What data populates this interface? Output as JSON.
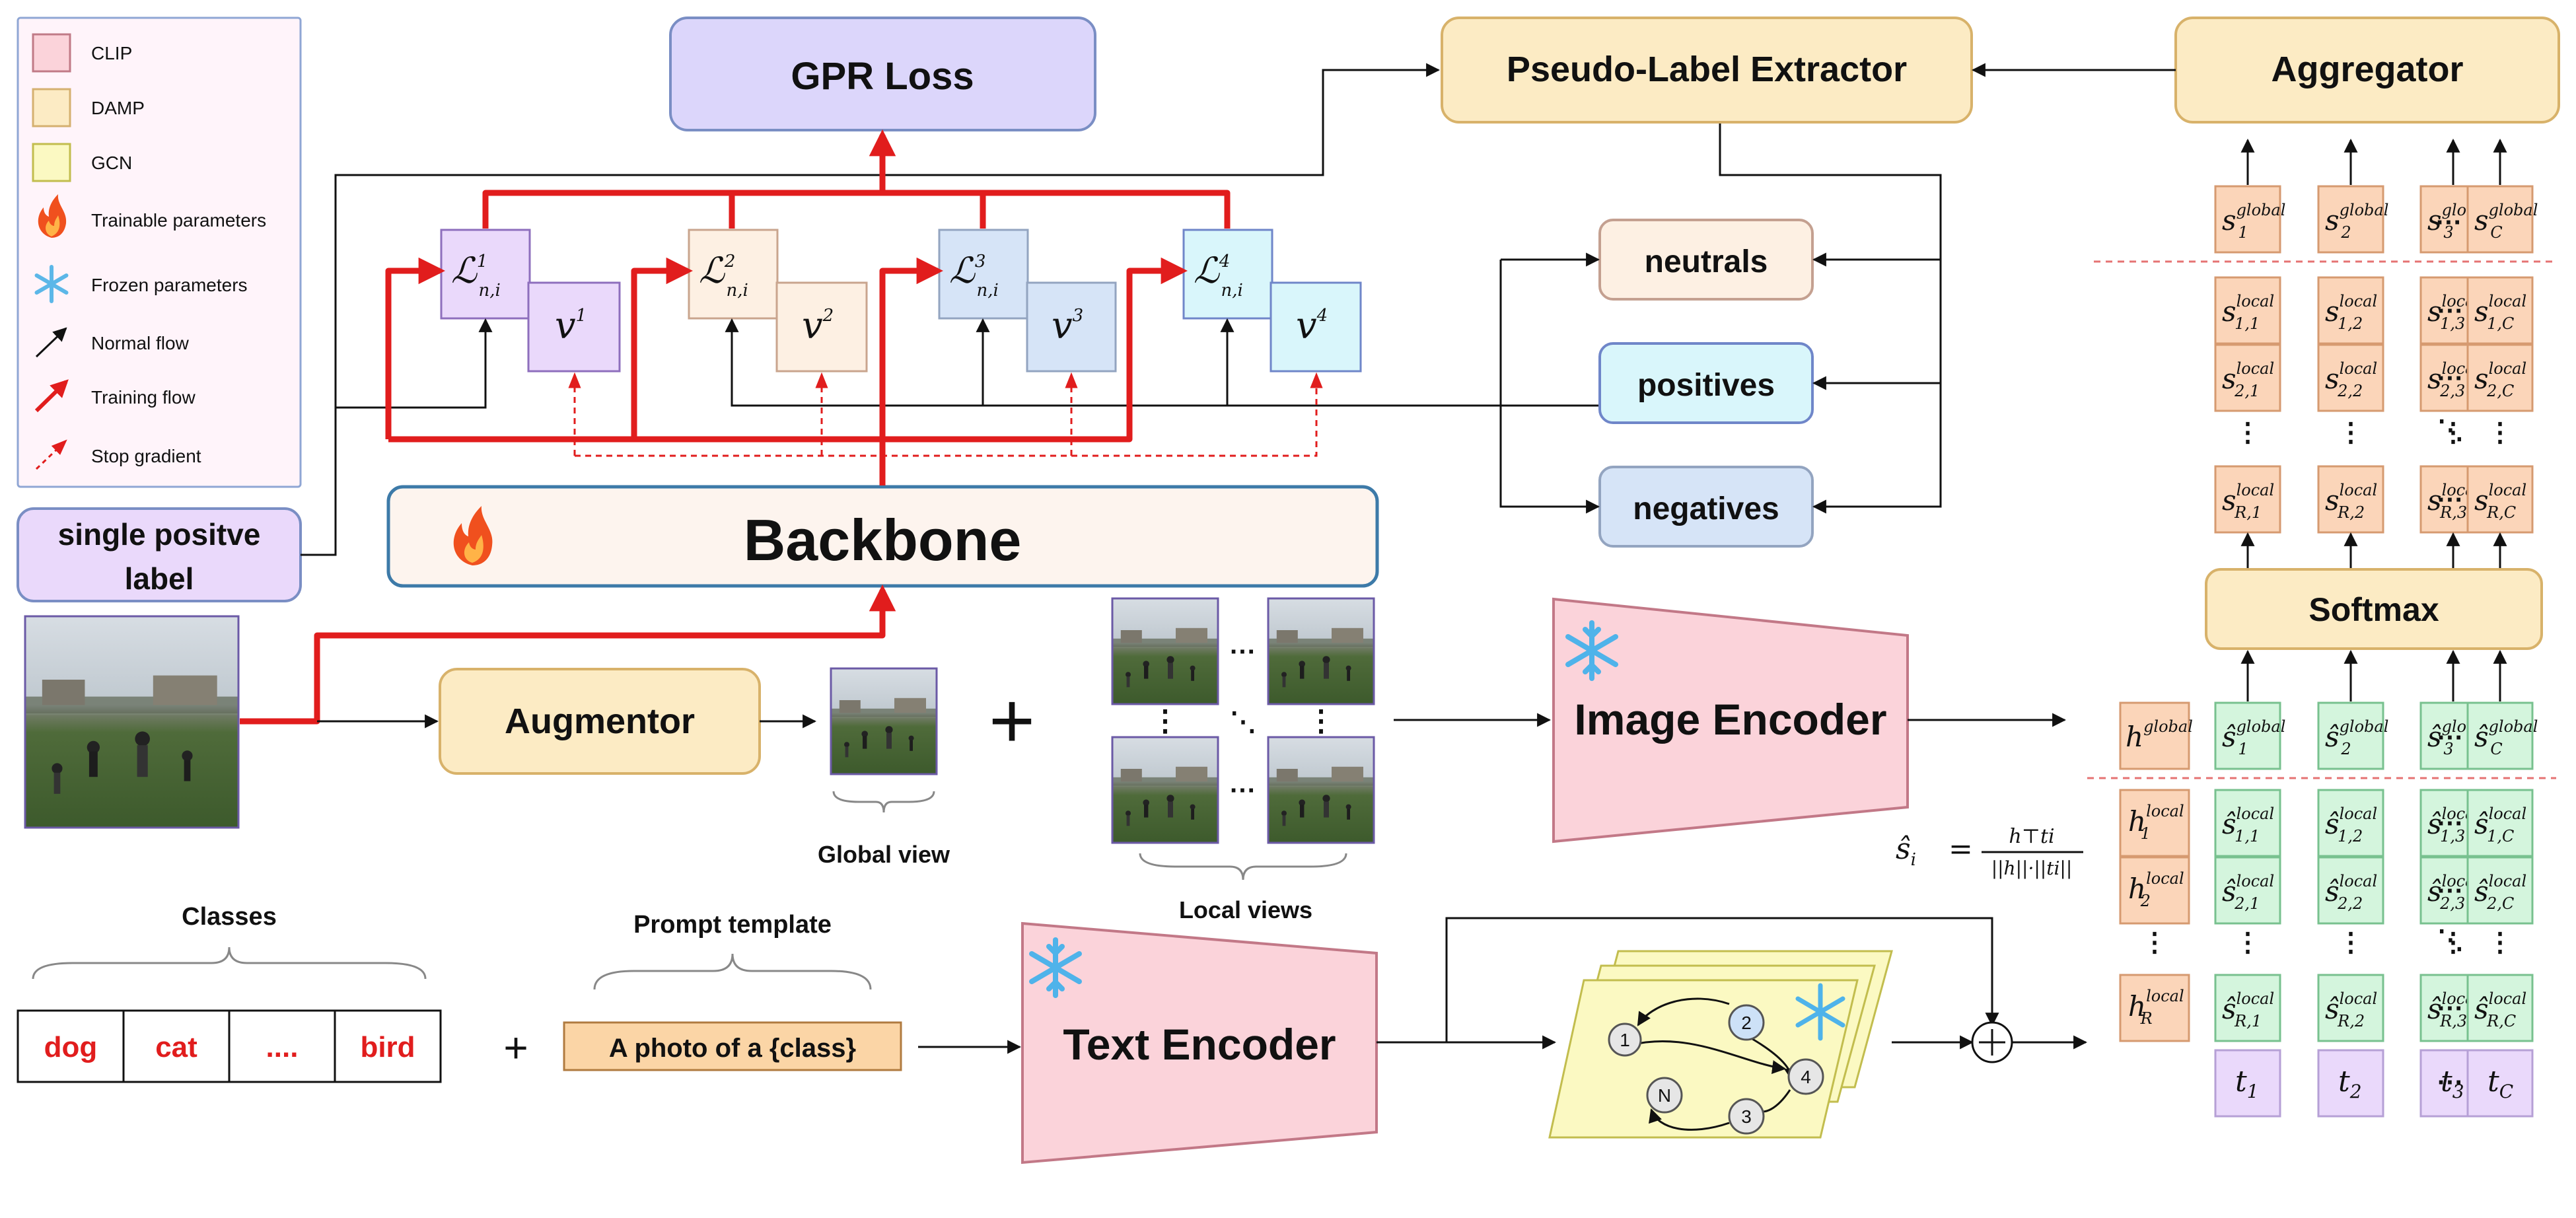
{
  "legend": {
    "items": [
      {
        "label": "CLIP",
        "kind": "swatch",
        "color": "#fbd3da"
      },
      {
        "label": "DAMP",
        "kind": "swatch",
        "color": "#fcebc4"
      },
      {
        "label": "GCN",
        "kind": "swatch",
        "color": "#fbf9c2"
      },
      {
        "label": "Trainable parameters",
        "kind": "fire-icon"
      },
      {
        "label": "Frozen parameters",
        "kind": "snowflake-icon"
      },
      {
        "label": "Normal flow",
        "kind": "black-arrow"
      },
      {
        "label": "Training flow",
        "kind": "red-arrow"
      },
      {
        "label": "Stop gradient",
        "kind": "dashed-red-arrow"
      }
    ]
  },
  "colors": {
    "clip": "#fbd3da",
    "damp": "#fcebc4",
    "gcn": "#fbf9c2",
    "training": "#e11d1d",
    "purple": "#dcd6fb",
    "blue": "#cde1f7",
    "cyan": "#d9f6fb",
    "orange": "#fbd5b9",
    "green": "#d4f5dd",
    "lavender": "#ead9fb"
  },
  "boxes": {
    "gpr_loss": "GPR Loss",
    "pseudo_label_extractor": "Pseudo-Label Extractor",
    "aggregator": "Aggregator",
    "neutrals": "neutrals",
    "positives": "positives",
    "negatives": "negatives",
    "single_label_line1": "single positve",
    "single_label_line2": "label",
    "backbone": "Backbone",
    "augmentor": "Augmentor",
    "image_encoder": "Image Encoder",
    "text_encoder": "Text Encoder",
    "softmax": "Softmax",
    "prompt_template_box": "A photo of a {class}"
  },
  "captions": {
    "global_view": "Global view",
    "local_views": "Local views",
    "classes": "Classes",
    "prompt_template": "Prompt template"
  },
  "classes": [
    "dog",
    "cat",
    "....",
    "bird"
  ],
  "losses": [
    {
      "sup": "1",
      "v": "1"
    },
    {
      "sup": "2",
      "v": "2"
    },
    {
      "sup": "3",
      "v": "3"
    },
    {
      "sup": "4",
      "v": "4"
    }
  ],
  "loss_symbol": {
    "base": "ℒ",
    "sub": "n,i",
    "v_base": "v"
  },
  "grid": {
    "cols": [
      "1",
      "2",
      "3",
      "C"
    ],
    "local_rows": [
      "1",
      "2",
      "R"
    ],
    "global_sup": "global",
    "local_sup": "local",
    "s": "s",
    "s_hat": "ŝ",
    "h": "h",
    "t": "t",
    "ellipsis": "···",
    "vdots": "⋮",
    "ddots": "⋱"
  },
  "formula": {
    "lhs": "ŝ",
    "lhs_sub": "i",
    "eq": "=",
    "numerator": "h⊤ti",
    "denominator": "||h||·||ti||"
  },
  "gcn_nodes": [
    "1",
    "2",
    "4",
    "3",
    "N"
  ],
  "plus": "+"
}
